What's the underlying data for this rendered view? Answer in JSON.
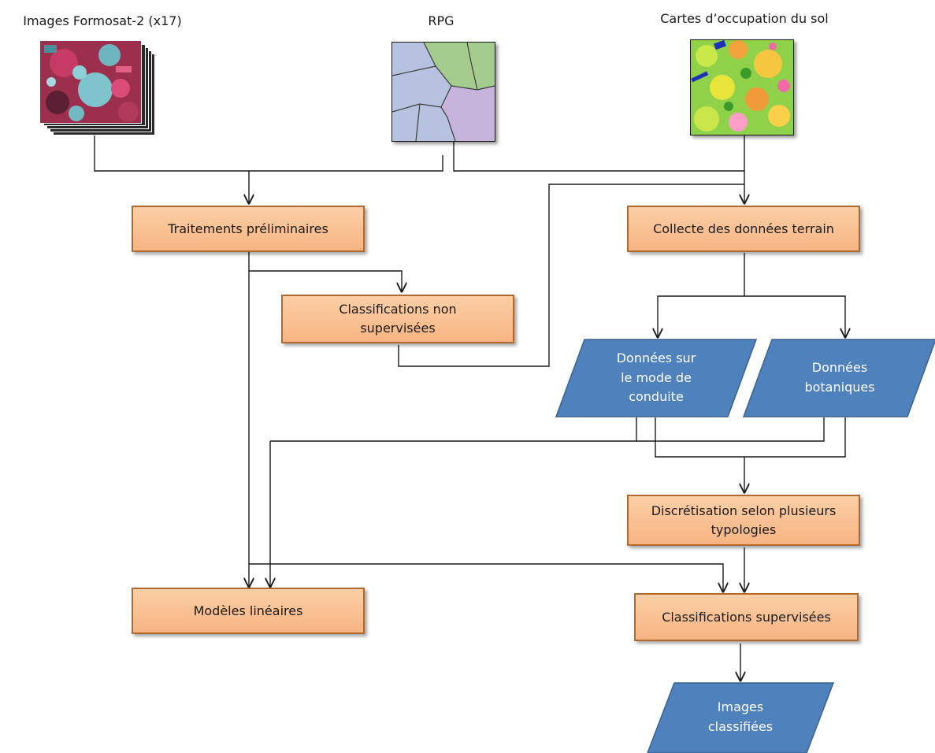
{
  "sources": {
    "formosat": {
      "label": "Images Formosat-2 (x17)"
    },
    "rpg": {
      "label": "RPG"
    },
    "landcover": {
      "label": "Cartes d’occupation du sol"
    }
  },
  "processes": {
    "preliminary": "Traitements préliminaires",
    "field_collection": "Collecte des données terrain",
    "unsupervised": "Classifications non\nsupervisées",
    "discretisation": "Discrétisation selon plusieurs\ntypologies",
    "linear_models": "Modèles linéaires",
    "supervised": "Classifications supervisées"
  },
  "data_nodes": {
    "management": "Données sur\nle mode de\nconduite",
    "botanical": "Données\nbotaniques",
    "classified": "Images\nclassifiées"
  },
  "colors": {
    "process_fill_top": "#fccfa6",
    "process_fill_bottom": "#f7b482",
    "process_border": "#b06a2f",
    "data_fill": "#4f81bd",
    "data_border": "#3a6290",
    "connector": "#1a1a1a"
  }
}
